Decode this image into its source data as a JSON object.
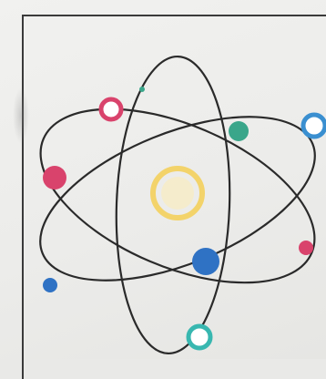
{
  "colors": {
    "paper": "#ececea",
    "ink": "#2a2a2a",
    "nucleus": "#f3d36a",
    "pink": "#d9436c",
    "teal": "#3aa68a",
    "blue": "#2f72c4",
    "light_blue": "#3a8fd0",
    "cyan": "#38b7b0"
  },
  "drawing": {
    "subject": "atom",
    "orbit_count": 3,
    "electron_count": 9
  }
}
